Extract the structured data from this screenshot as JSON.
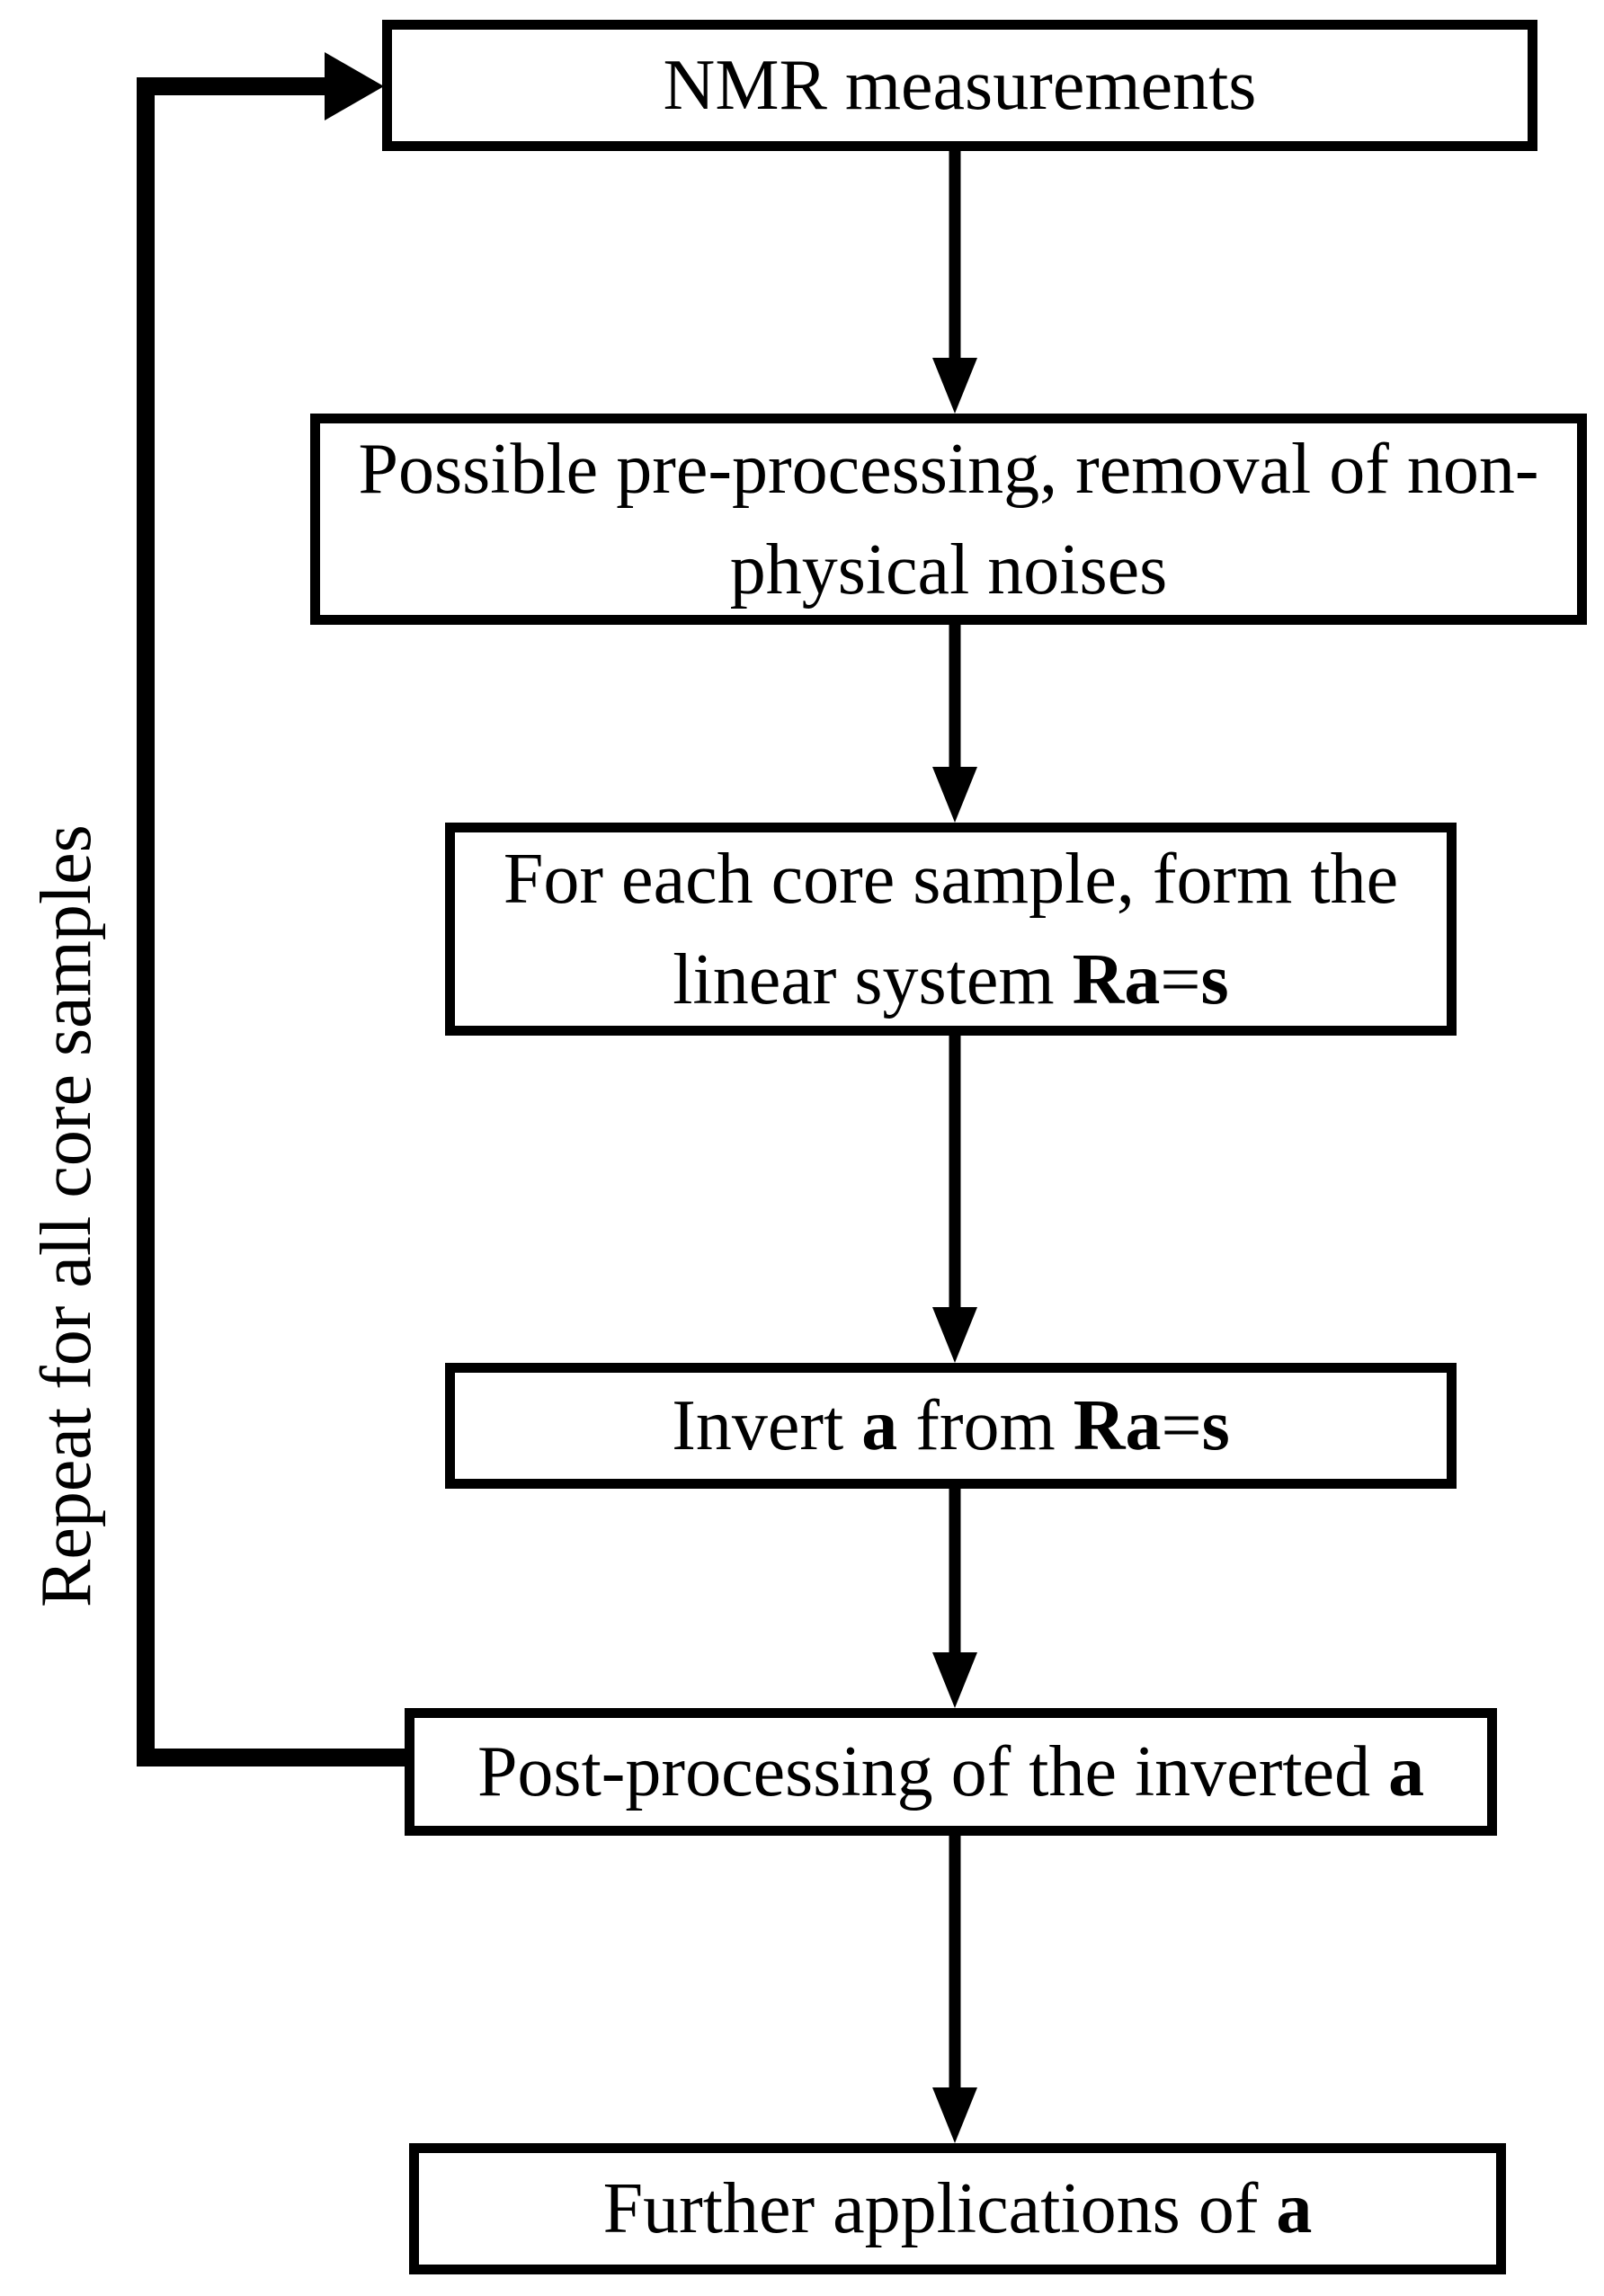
{
  "colors": {
    "line": "#000000",
    "box_fill": "#ffffff",
    "background": "#ffffff"
  },
  "diagram": {
    "side_label": "Repeat for all core samples",
    "boxes": [
      {
        "name": "nmr-measurements",
        "parts": [
          {
            "t": "NMR measurements",
            "b": false
          }
        ]
      },
      {
        "name": "pre-processing",
        "parts": [
          {
            "t": "Possible pre-processing, removal of non-physical noises",
            "b": false
          }
        ]
      },
      {
        "name": "form-linear-system",
        "parts": [
          {
            "t": "For each core sample, form the linear system ",
            "b": false
          },
          {
            "t": "Ra",
            "b": true
          },
          {
            "t": "=",
            "b": false
          },
          {
            "t": "s",
            "b": true
          }
        ]
      },
      {
        "name": "invert-a",
        "parts": [
          {
            "t": "Invert ",
            "b": false
          },
          {
            "t": "a",
            "b": true
          },
          {
            "t": " from ",
            "b": false
          },
          {
            "t": "Ra",
            "b": true
          },
          {
            "t": "=",
            "b": false
          },
          {
            "t": "s",
            "b": true
          }
        ]
      },
      {
        "name": "post-processing",
        "parts": [
          {
            "t": "Post-processing of the inverted ",
            "b": false
          },
          {
            "t": "a",
            "b": true
          }
        ]
      },
      {
        "name": "further-applications",
        "parts": [
          {
            "t": "Further applications of ",
            "b": false
          },
          {
            "t": "a",
            "b": true
          }
        ]
      }
    ]
  }
}
